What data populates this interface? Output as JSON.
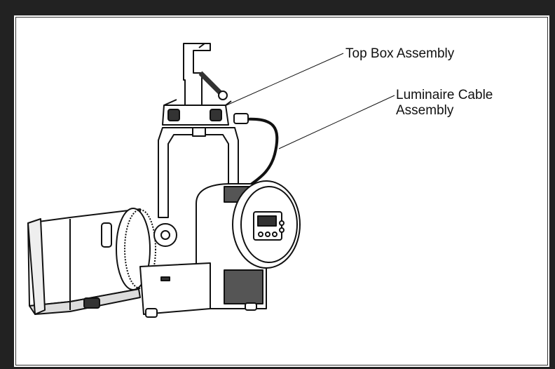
{
  "callouts": {
    "top_box": "Top Box Assembly",
    "cable_line1": "Luminaire Cable",
    "cable_line2": "Assembly"
  },
  "colors": {
    "frame": "#222222",
    "line": "#111111",
    "fill_dark": "#333333",
    "fill_light": "#ffffff"
  }
}
